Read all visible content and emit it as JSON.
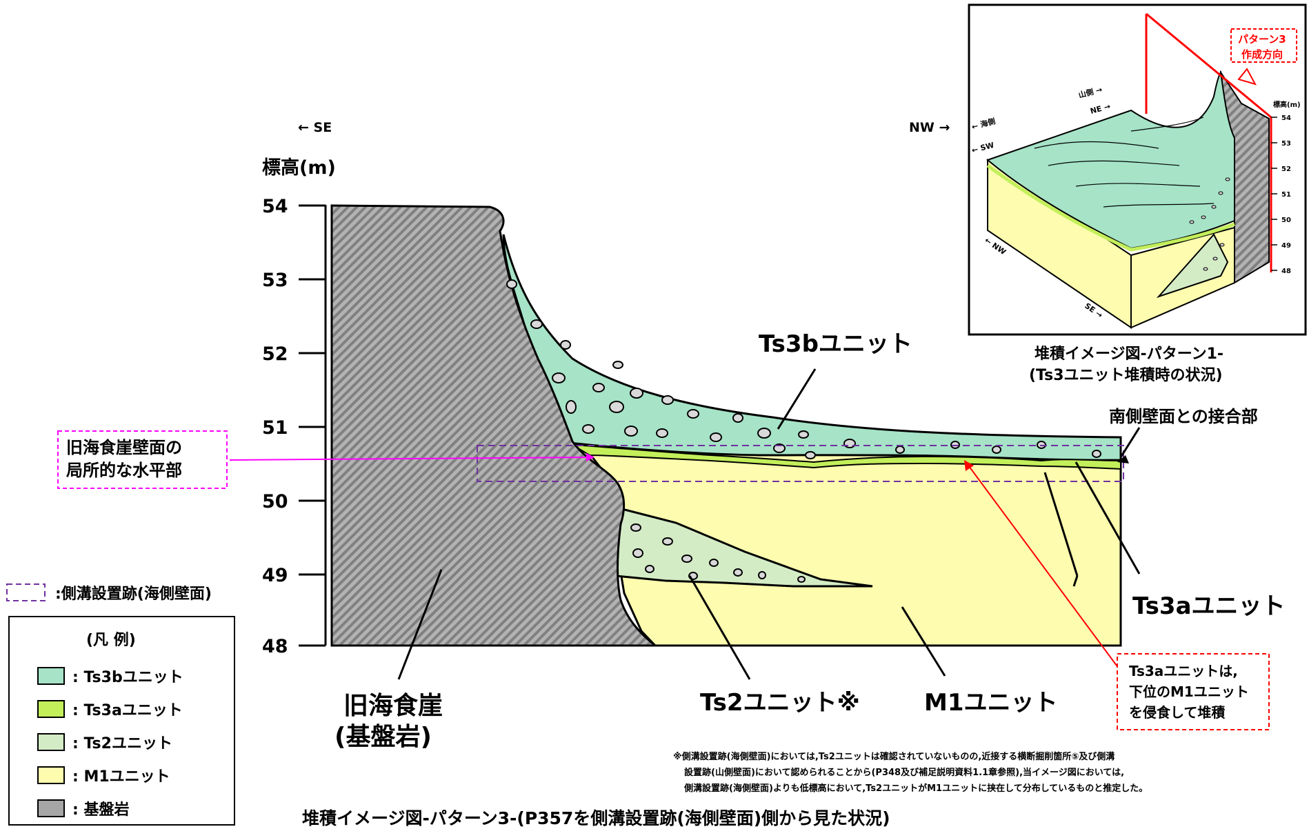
{
  "direction": {
    "se": "← SE",
    "nw": "NW →"
  },
  "yaxis": {
    "label": "標高(m)",
    "ticks": [
      "54",
      "53",
      "52",
      "51",
      "50",
      "49",
      "48"
    ]
  },
  "units": {
    "ts3b": "Ts3bユニット",
    "ts3a": "Ts3aユニット",
    "ts2": "Ts2ユニット※",
    "m1": "M1ユニット",
    "bedrock_line1": "旧海食崖",
    "bedrock_line2": "(基盤岩)"
  },
  "callouts": {
    "horizontal_line1": "旧海食崖壁面の",
    "horizontal_line2": "局所的な水平部",
    "south_wall": "南側壁面との接合部",
    "erosion_line1": "Ts3aユニットは,",
    "erosion_line2": "下位のM1ユニット",
    "erosion_line3": "を侵食して堆積"
  },
  "gutter_legend": ":側溝設置跡(海側壁面)",
  "legend": {
    "title": "(凡 例)",
    "items": [
      {
        "label": ":  Ts3bユニット",
        "color": "#a6e3c7"
      },
      {
        "label": ":  Ts3aユニット",
        "color": "#c3ef5a"
      },
      {
        "label": ":  Ts2ユニット",
        "color": "#d4ecc6"
      },
      {
        "label": ":  M1ユニット",
        "color": "#fdfcaf"
      },
      {
        "label": ":  基盤岩",
        "color": "#a6a6a6"
      }
    ]
  },
  "inset": {
    "caption_line1": "堆積イメージ図-パターン1-",
    "caption_line2": "(Ts3ユニット堆積時の状況)",
    "pattern_label_line1": "パターン3",
    "pattern_label_line2": "作成方向",
    "mountain_side": "山側 →",
    "ne": "NE →",
    "sea_side": "← 海側",
    "sw": "← SW",
    "nw": "← NW",
    "se": "SE →",
    "elev_title": "標高(m)",
    "elev_ticks": [
      "54",
      "53",
      "52",
      "51",
      "50",
      "49",
      "48"
    ]
  },
  "note": {
    "line1": "※側溝設置跡(海側壁面)においては,Ts2ユニットは確認されていないものの,近接する横断掘削箇所⑤及び側溝",
    "line2": "設置跡(山側壁面)において認められることから(P348及び補足説明資料1.1章参照),当イメージ図においては,",
    "line3": "側溝設置跡(海側壁面)よりも低標高において,Ts2ユニットがM1ユニットに挟在して分布しているものと推定した。"
  },
  "main_caption": "堆積イメージ図-パターン3-(P357を側溝設置跡(海側壁面)側から見た状況)"
}
